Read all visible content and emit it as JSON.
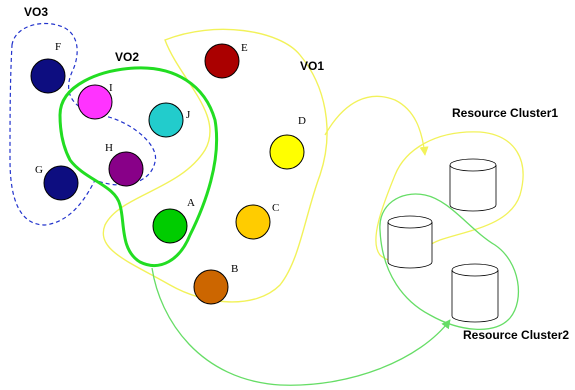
{
  "virtual_organizations": [
    {
      "id": "vo3",
      "label": "VO3",
      "color": "#2233cc",
      "style": "dashed"
    },
    {
      "id": "vo2",
      "label": "VO2",
      "color": "#22dd22",
      "style": "solid-thick"
    },
    {
      "id": "vo1",
      "label": "VO1",
      "color": "#f2f25a",
      "style": "solid"
    }
  ],
  "resource_clusters": [
    {
      "id": "rc1",
      "label": "Resource Cluster1",
      "color": "#f2f25a"
    },
    {
      "id": "rc2",
      "label": "Resource Cluster2",
      "color": "#66dd66"
    }
  ],
  "nodes": [
    {
      "id": "F",
      "label": "F",
      "color": "#0d0d80"
    },
    {
      "id": "G",
      "label": "G",
      "color": "#0d0d80"
    },
    {
      "id": "I",
      "label": "I",
      "color": "#ff33ff"
    },
    {
      "id": "H",
      "label": "H",
      "color": "#880088"
    },
    {
      "id": "J",
      "label": "J",
      "color": "#22cccc"
    },
    {
      "id": "E",
      "label": "E",
      "color": "#aa0000"
    },
    {
      "id": "D",
      "label": "D",
      "color": "#ffff00"
    },
    {
      "id": "C",
      "label": "C",
      "color": "#ffcc00"
    },
    {
      "id": "A",
      "label": "A",
      "color": "#00cc00"
    },
    {
      "id": "B",
      "label": "B",
      "color": "#cc6600"
    }
  ]
}
